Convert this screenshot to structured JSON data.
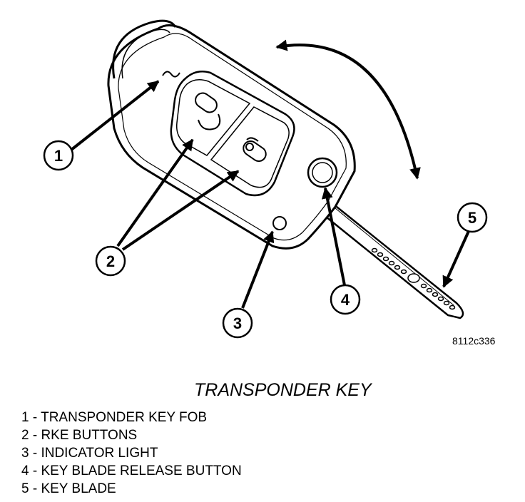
{
  "callouts": [
    "1",
    "2",
    "3",
    "4",
    "5"
  ],
  "figure_code": "8112c336",
  "caption": "TRANSPONDER KEY",
  "legend": [
    "1 - TRANSPONDER KEY FOB",
    "2 - RKE BUTTONS",
    "3 - INDICATOR LIGHT",
    "4 - KEY BLADE RELEASE BUTTON",
    "5 - KEY BLADE"
  ]
}
